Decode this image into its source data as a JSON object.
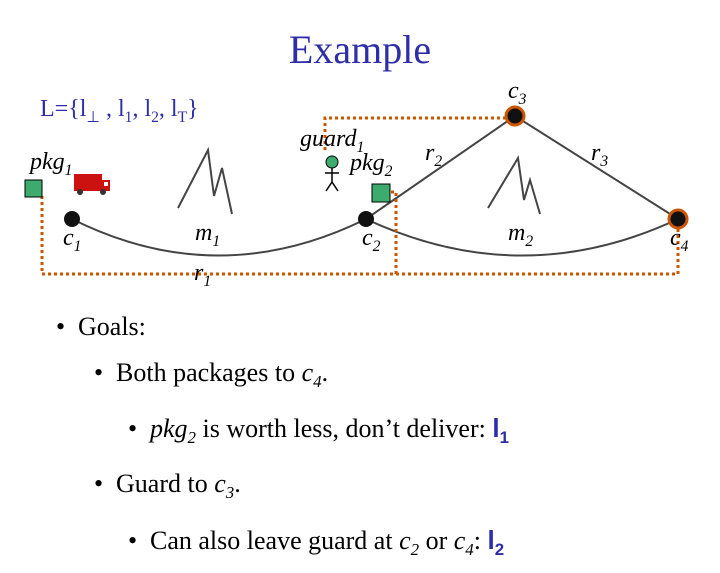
{
  "slide": {
    "title": "Example",
    "L_set": {
      "prefix": "L={l",
      "bottom_sub": "⊥",
      "sep1": " , l",
      "s1": "1",
      "sep2": ", l",
      "s2": "2",
      "sep3": ", l",
      "top_sub": "T",
      "suffix": "}"
    }
  },
  "diagram": {
    "labels": {
      "pkg1": {
        "base": "pkg",
        "sub": "1"
      },
      "pkg2": {
        "base": "pkg",
        "sub": "2"
      },
      "guard1": {
        "base": "guard",
        "sub": "1"
      },
      "c1": {
        "base": "c",
        "sub": "1"
      },
      "c2": {
        "base": "c",
        "sub": "2"
      },
      "c3": {
        "base": "c",
        "sub": "3"
      },
      "c4": {
        "base": "c",
        "sub": "4"
      },
      "m1": {
        "base": "m",
        "sub": "1"
      },
      "m2": {
        "base": "m",
        "sub": "2"
      },
      "r1": {
        "base": "r",
        "sub": "1"
      },
      "r2": {
        "base": "r",
        "sub": "2"
      },
      "r3": {
        "base": "r",
        "sub": "3"
      }
    },
    "colors": {
      "node": "#111111",
      "node_target": "#cc5500",
      "package": "#3daa6e",
      "truck": "#cc1111",
      "route_dotted": "#cc5500",
      "guard": "#3daa6e",
      "accent_blue": "#2e2ea8"
    }
  },
  "bullets": {
    "b1": "Goals:",
    "b2_text": "Both packages to ",
    "b2_loc": "c",
    "b2_loc_sub": "4",
    "b2_end": ".",
    "b3_pkg": "pkg",
    "b3_pkg_sub": "2",
    "b3_text": " is worth less, don’t deliver: ",
    "b3_l": "l",
    "b3_l_sub": "1",
    "b4_text": "Guard to ",
    "b4_loc": "c",
    "b4_loc_sub": "3",
    "b4_end": ".",
    "b5_text": "Can also leave guard at ",
    "b5_loc1": "c",
    "b5_loc1_sub": "2",
    "b5_mid": " or ",
    "b5_loc2": "c",
    "b5_loc2_sub": "4",
    "b5_colon": ": ",
    "b5_l": "l",
    "b5_l_sub": "2"
  }
}
